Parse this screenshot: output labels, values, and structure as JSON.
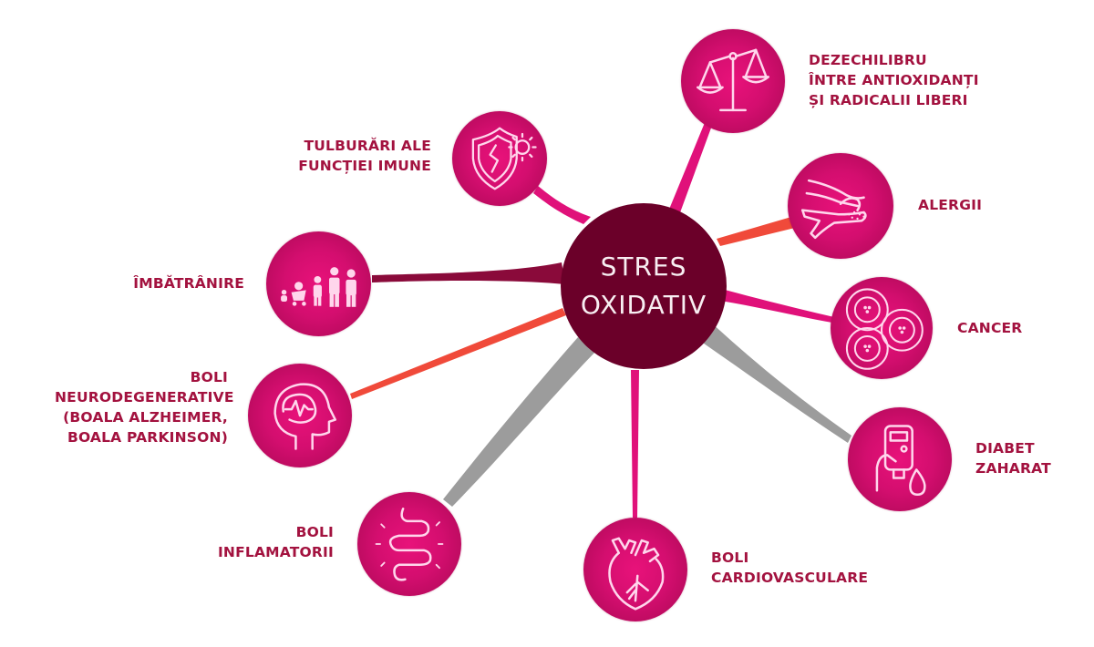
{
  "diagram": {
    "title": "Stres oxidativ",
    "center": {
      "lines": [
        "STRES",
        "OXIDATIV"
      ],
      "color": "#6b0029"
    },
    "colors": {
      "node_fill": "#d40e6f",
      "label_text": "#a3123f",
      "link_pink": "#e0117a",
      "link_orange": "#f04a3a",
      "link_gray": "#9c9c9c",
      "icon_stroke": "#ffd6ec"
    },
    "nodes": [
      {
        "id": "imbalance",
        "icon": "scales-icon",
        "lines": [
          "DEZECHILIBRU",
          "ÎNTRE ANTIOXIDANȚI",
          "ȘI RADICALII LIBERI"
        ]
      },
      {
        "id": "immune",
        "icon": "cracked-shield-virus-icon",
        "lines": [
          "TULBURĂRI ALE",
          "FUNCȚIEI IMUNE"
        ]
      },
      {
        "id": "allergy",
        "icon": "itchy-hand-icon",
        "lines": [
          "ALERGII"
        ]
      },
      {
        "id": "aging",
        "icon": "aging-people-icon",
        "lines": [
          "ÎMBĂTRÂNIRE"
        ]
      },
      {
        "id": "cancer",
        "icon": "cancer-cells-icon",
        "lines": [
          "CANCER"
        ]
      },
      {
        "id": "neuro",
        "icon": "brain-head-icon",
        "lines": [
          "BOLI",
          "NEURODEGENERATIVE",
          "(BOALA ALZHEIMER,",
          "BOALA PARKINSON)"
        ]
      },
      {
        "id": "diabetes",
        "icon": "glucometer-drop-icon",
        "lines": [
          "DIABET",
          "ZAHARAT"
        ]
      },
      {
        "id": "inflammatory",
        "icon": "intestine-icon",
        "lines": [
          "BOLI",
          "INFLAMATORII"
        ]
      },
      {
        "id": "cardio",
        "icon": "heart-icon",
        "lines": [
          "BOLI",
          "CARDIOVASCULARE"
        ]
      }
    ]
  }
}
